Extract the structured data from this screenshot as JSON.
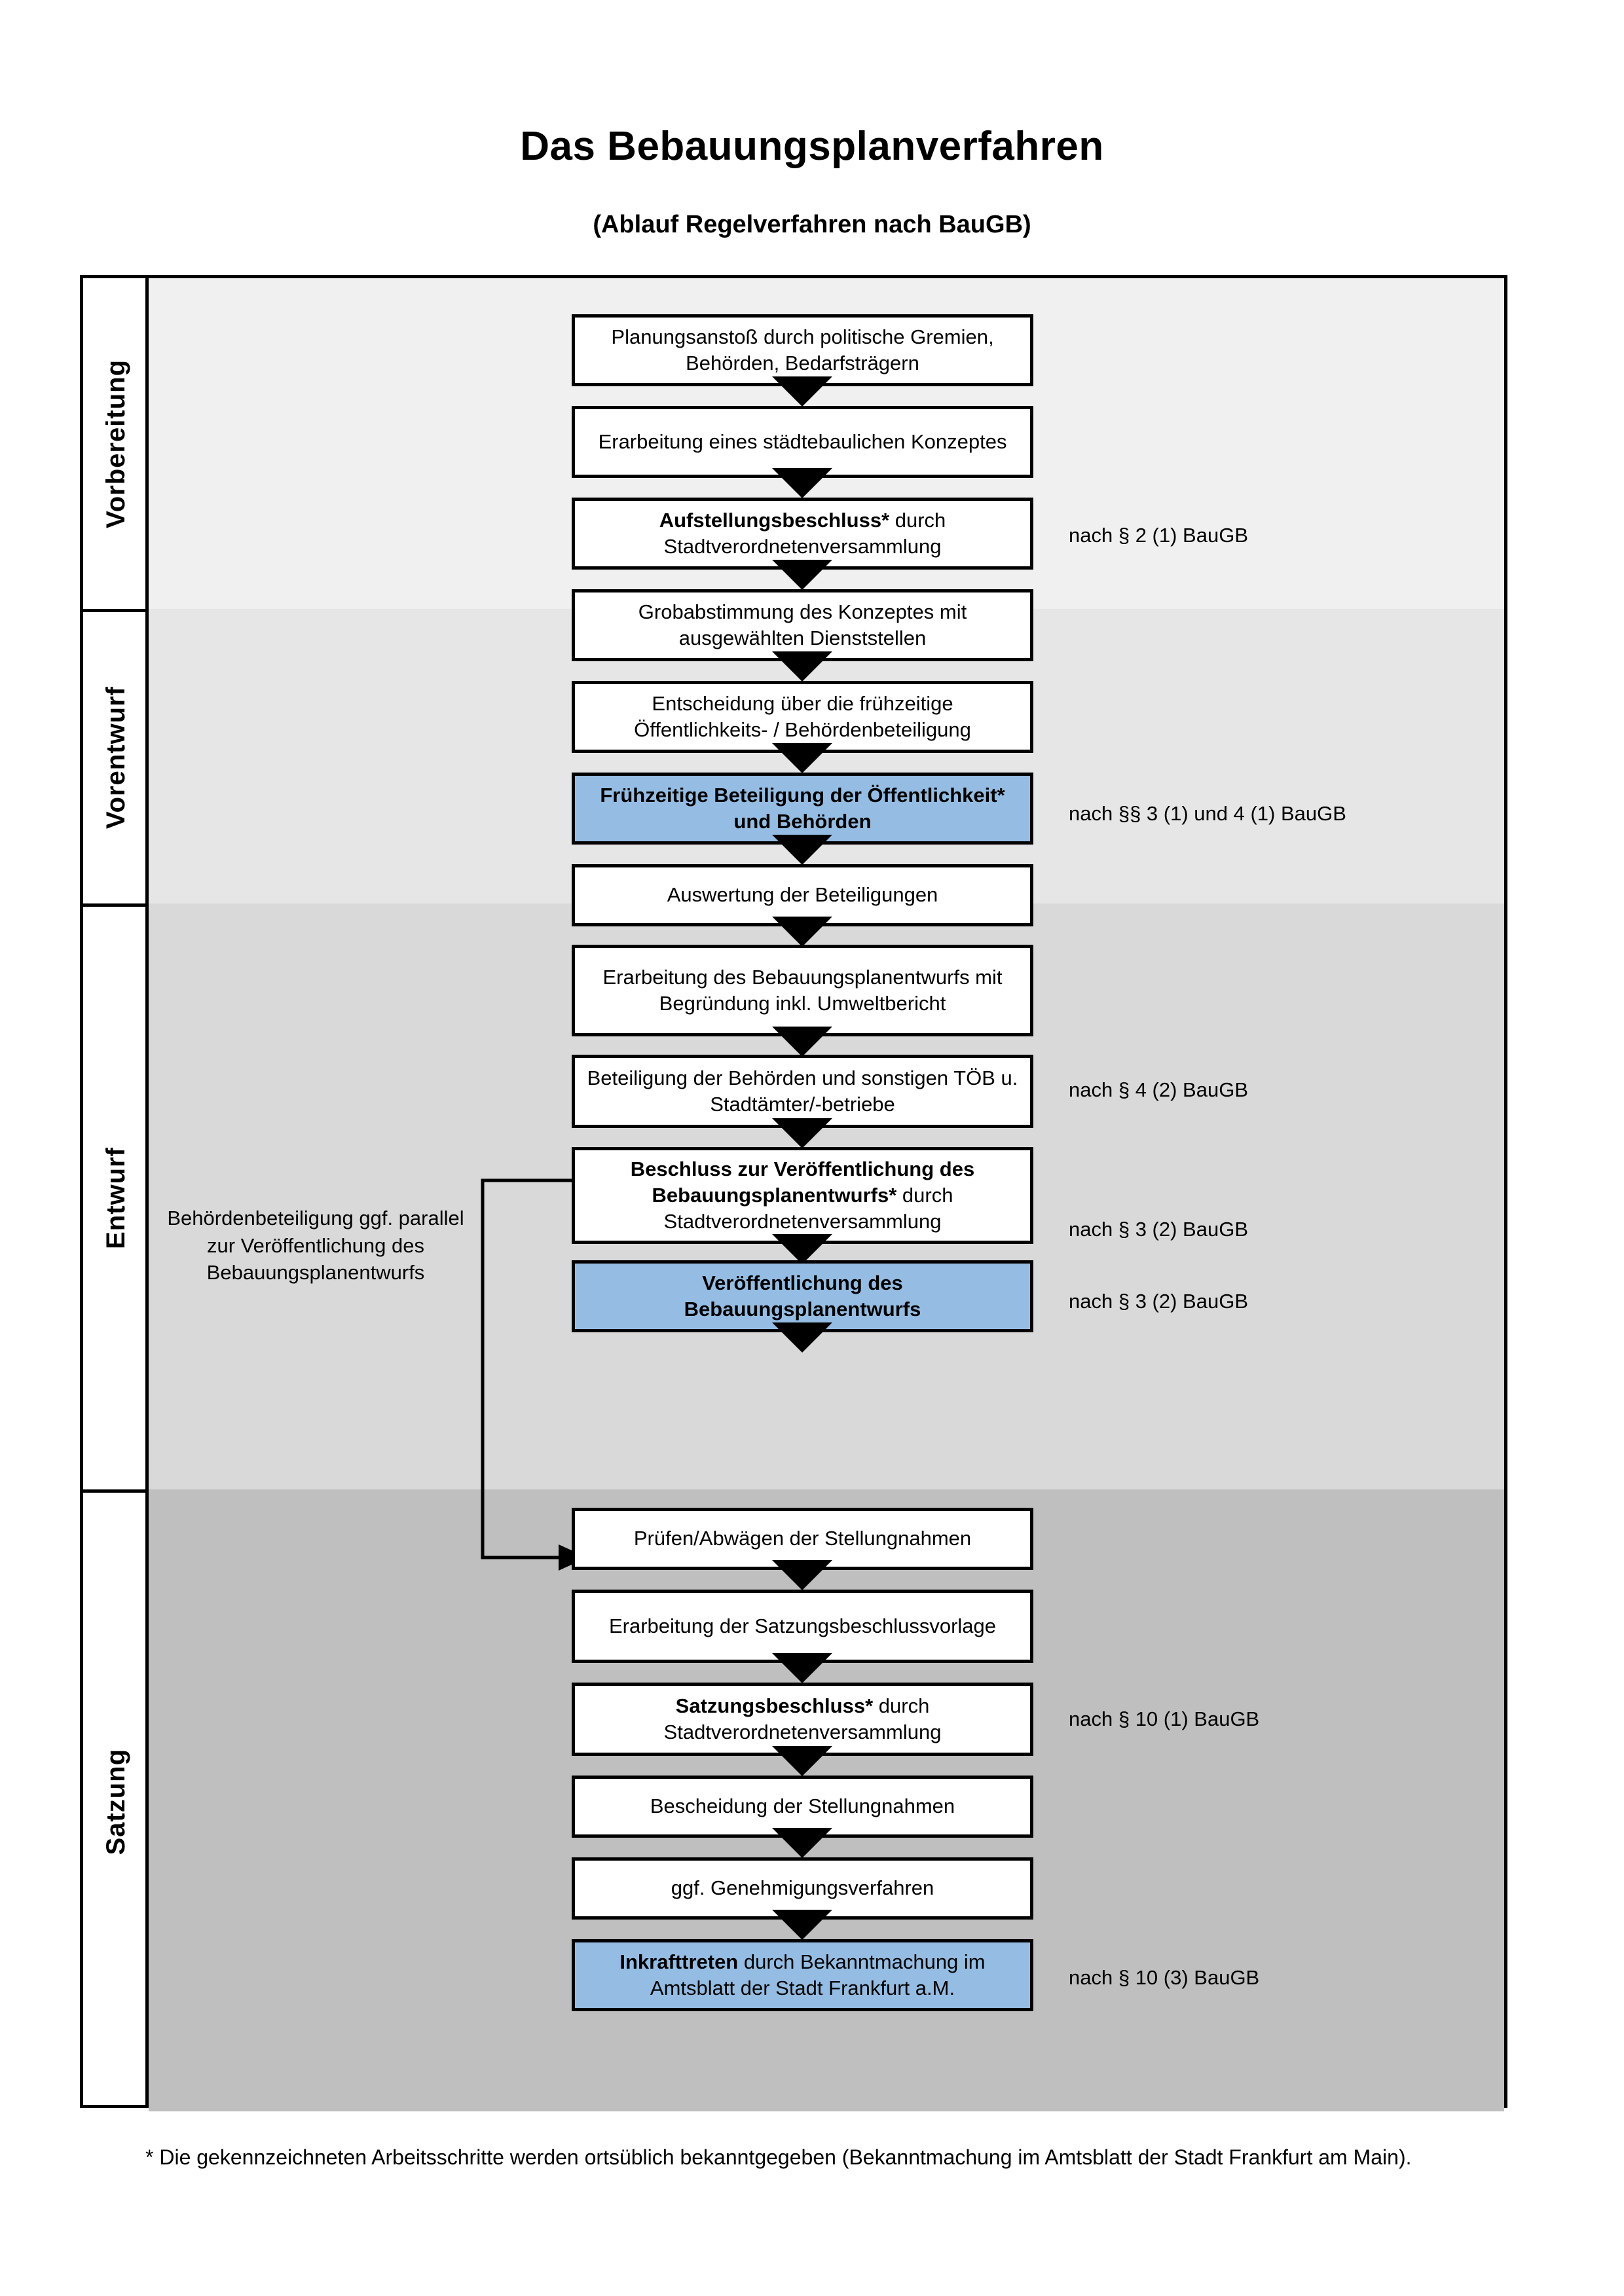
{
  "header": {
    "title": "Das Bebauungsplanverfahren",
    "subtitle": "(Ablauf Regelverfahren nach BauGB)"
  },
  "colors": {
    "highlight_box": "#95BDE3",
    "band_vorbereitung": "#F0F0F0",
    "band_vorentwurf": "#E6E6E6",
    "band_entwurf": "#D9D9D9",
    "band_satzung": "#BFBFBF",
    "outline": "#000000"
  },
  "phases": [
    {
      "label": "Vorbereitung"
    },
    {
      "label": "Vorentwurf"
    },
    {
      "label": "Entwurf"
    },
    {
      "label": "Satzung"
    }
  ],
  "steps": [
    {
      "id": "planungsanstoss",
      "text": "Planungsanstoß durch politische Gremien, Behörden, Bedarfsträgern",
      "bold_prefix": "",
      "highlight": false
    },
    {
      "id": "konzept",
      "text": "Erarbeitung eines städtebaulichen Konzeptes",
      "bold_prefix": "",
      "highlight": false
    },
    {
      "id": "aufstellungsbeschluss",
      "bold_prefix": "Aufstellungsbeschluss*",
      "text": " durch Stadtverordnetenversammlung",
      "highlight": false
    },
    {
      "id": "grobabstimmung",
      "text": "Grobabstimmung des Konzeptes mit ausgewählten Dienststellen",
      "bold_prefix": "",
      "highlight": false
    },
    {
      "id": "entscheidung-fruehzeitig",
      "text": "Entscheidung über die frühzeitige Öffentlichkeits- / Behördenbeteiligung",
      "bold_prefix": "",
      "highlight": false
    },
    {
      "id": "fruehzeitige-beteiligung",
      "bold_prefix": "Frühzeitige Beteiligung der Öffentlichkeit* und Behörden",
      "text": "",
      "highlight": true
    },
    {
      "id": "auswertung",
      "text": "Auswertung der Beteiligungen",
      "bold_prefix": "",
      "highlight": false
    },
    {
      "id": "erarbeitung-entwurf",
      "text": "Erarbeitung des Bebauungsplanentwurfs mit Begründung inkl. Umweltbericht",
      "bold_prefix": "",
      "highlight": false
    },
    {
      "id": "beteiligung-behoerden",
      "text": "Beteiligung der Behörden und sonstigen TÖB u. Stadtämter/-betriebe",
      "bold_prefix": "",
      "highlight": false
    },
    {
      "id": "beschluss-veroeffentlichung",
      "bold_prefix": "Beschluss zur Veröffentlichung des Bebauungsplanentwurfs*",
      "text": " durch Stadtverordnetenversammlung",
      "highlight": false
    },
    {
      "id": "veroeffentlichung",
      "bold_prefix": "Veröffentlichung des Bebauungsplanentwurfs",
      "text": "",
      "highlight": true
    },
    {
      "id": "pruefen-abwaegen",
      "text": "Prüfen/Abwägen der Stellungnahmen",
      "bold_prefix": "",
      "highlight": false
    },
    {
      "id": "satzungsbeschlussvorlage",
      "text": "Erarbeitung der Satzungsbeschlussvorlage",
      "bold_prefix": "",
      "highlight": false
    },
    {
      "id": "satzungsbeschluss",
      "bold_prefix": "Satzungsbeschluss*",
      "text": " durch Stadtverordnetenversammlung",
      "highlight": false
    },
    {
      "id": "bescheidung",
      "text": "Bescheidung der Stellungnahmen",
      "bold_prefix": "",
      "highlight": false
    },
    {
      "id": "genehmigungsverfahren",
      "text": "ggf. Genehmigungsverfahren",
      "bold_prefix": "",
      "highlight": false
    },
    {
      "id": "inkrafttreten",
      "bold_prefix": "Inkrafttreten",
      "text": " durch Bekanntmachung im Amtsblatt der Stadt Frankfurt a.M.",
      "highlight": true
    }
  ],
  "legal_notes": [
    {
      "id": "note-par2",
      "text": "nach § 2 (1) BauGB"
    },
    {
      "id": "note-par3-1-4-1",
      "text": "nach §§ 3 (1) und 4 (1) BauGB"
    },
    {
      "id": "note-par4-2",
      "text": "nach § 4 (2) BauGB"
    },
    {
      "id": "note-par3-2-a",
      "text": "nach § 3 (2) BauGB"
    },
    {
      "id": "note-par3-2-b",
      "text": "nach § 3 (2) BauGB"
    },
    {
      "id": "note-par10-1",
      "text": "nach § 10 (1) BauGB"
    },
    {
      "id": "note-par10-3",
      "text": "nach § 10 (3) BauGB"
    }
  ],
  "side_note": "Behördenbeteiligung ggf. parallel zur Veröffentlichung des Bebauungsplanentwurfs",
  "footnote": "* Die gekennzeichneten Arbeitsschritte werden ortsüblich bekanntgegeben (Bekanntmachung im Amtsblatt  der Stadt Frankfurt am Main)."
}
